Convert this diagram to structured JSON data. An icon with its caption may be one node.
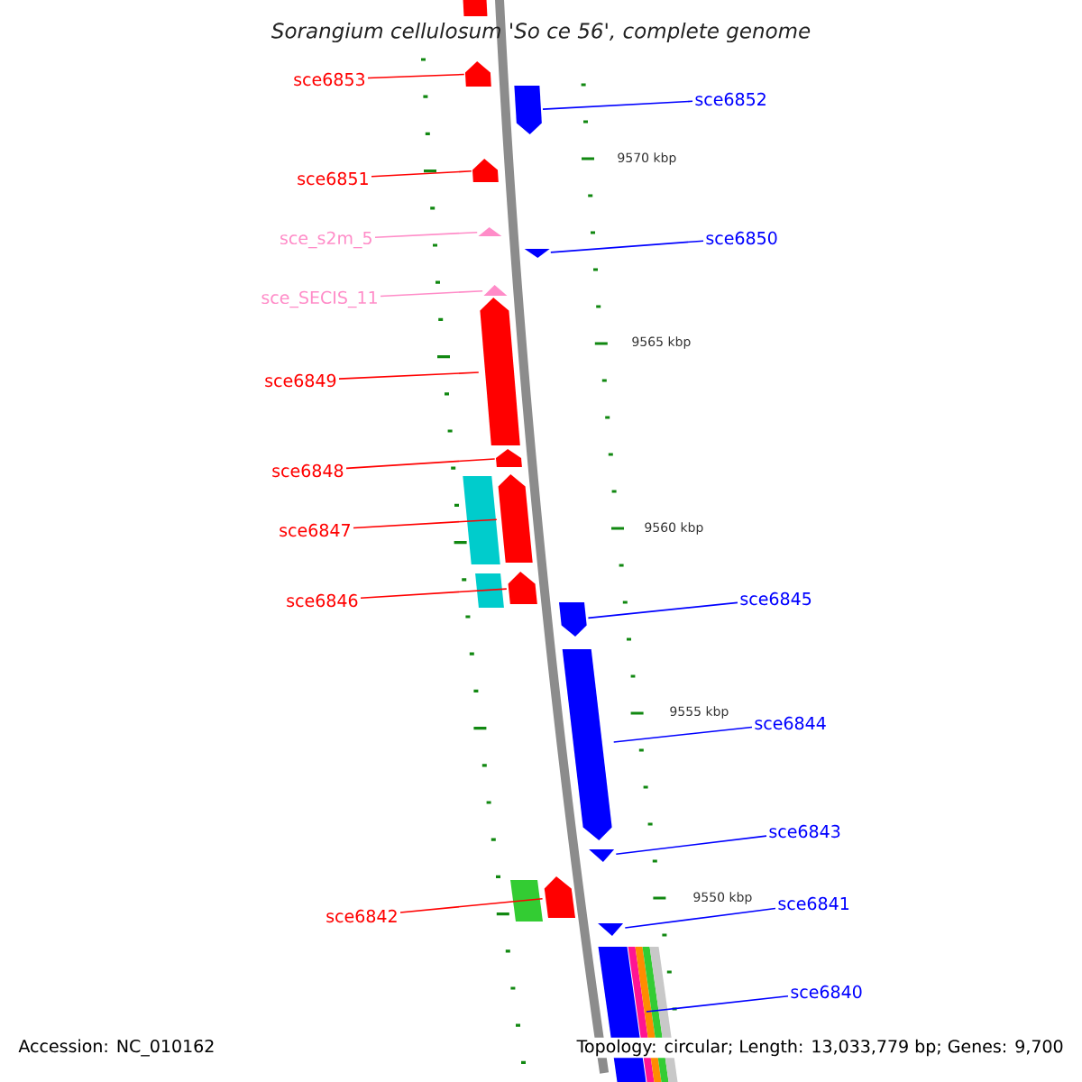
{
  "diagram": {
    "title": "Sorangium cellulosum 'So ce 56', complete genome",
    "nodes": [
      {
        "text": [
          "sce6853"
        ]
      },
      {
        "text": [
          "sce6852"
        ]
      },
      {
        "text": [
          "sce6851"
        ]
      },
      {
        "text": [
          "sce6850"
        ]
      },
      {
        "text": [
          "sce_s2m_5"
        ]
      },
      {
        "text": [
          "sce_SECIS_11"
        ]
      },
      {
        "text": [
          "sce6849"
        ]
      },
      {
        "text": [
          "sce6848"
        ]
      },
      {
        "text": [
          "sce6847"
        ]
      },
      {
        "text": [
          "sce6845"
        ]
      },
      {
        "text": [
          "sce6846"
        ]
      },
      {
        "text": [
          "sce6844"
        ]
      },
      {
        "text": [
          "sce6843"
        ]
      },
      {
        "text": [
          "sce6841"
        ]
      },
      {
        "text": [
          "sce6842"
        ]
      },
      {
        "text": [
          "sce6840"
        ]
      },
      {
        "text": [],
        "shape": "bar"
      },
      {
        "text": [],
        "shape": "arrow"
      },
      {
        "text": [],
        "shape": "arrow"
      },
      {
        "text": [],
        "shape": "arrow"
      },
      {
        "text": [],
        "shape": "triangle"
      },
      {
        "text": [],
        "shape": "triangle"
      },
      {
        "text": [],
        "shape": "triangle"
      },
      {
        "text": [],
        "shape": "arrow"
      },
      {
        "text": [],
        "shape": "arrow"
      },
      {
        "text": [],
        "shape": "box"
      },
      {
        "text": [],
        "shape": "arrow"
      },
      {
        "text": [],
        "shape": "box"
      },
      {
        "text": [],
        "shape": "arrow"
      },
      {
        "text": [],
        "shape": "arrow"
      },
      {
        "text": [],
        "shape": "arrow"
      },
      {
        "text": [],
        "shape": "triangle"
      },
      {
        "text": [],
        "shape": "box"
      },
      {
        "text": [],
        "shape": "arrow"
      },
      {
        "text": [],
        "shape": "triangle"
      },
      {
        "text": [],
        "shape": "bar"
      },
      {
        "text": [],
        "shape": "bar"
      },
      {
        "text": [],
        "shape": "bar"
      },
      {
        "text": [],
        "shape": "bar"
      },
      {
        "text": [],
        "shape": "bar"
      }
    ],
    "edges": [
      {
        "from": 0,
        "to": 17,
        "arrow": "none"
      },
      {
        "from": 1,
        "to": 18,
        "arrow": "none",
        "color": "#0000ff"
      },
      {
        "from": 2,
        "to": 19,
        "arrow": "none"
      },
      {
        "from": 3,
        "to": 21,
        "arrow": "none",
        "color": "#0000ff"
      },
      {
        "from": 4,
        "to": 20,
        "arrow": "none",
        "color": "#ff8cc8"
      },
      {
        "from": 5,
        "to": 22,
        "arrow": "none",
        "color": "#ff8cc8"
      },
      {
        "from": 6,
        "to": 23,
        "arrow": "none"
      },
      {
        "from": 7,
        "to": 24,
        "arrow": "none"
      },
      {
        "from": 8,
        "to": 26,
        "arrow": "none"
      },
      {
        "from": 9,
        "to": 29,
        "arrow": "none",
        "color": "#0000ff"
      },
      {
        "from": 10,
        "to": 28,
        "arrow": "none"
      },
      {
        "from": 11,
        "to": 30,
        "arrow": "none",
        "color": "#0000ff"
      },
      {
        "from": 12,
        "to": 31,
        "arrow": "none",
        "color": "#0000ff"
      },
      {
        "from": 13,
        "to": 34,
        "arrow": "none",
        "color": "#0000ff"
      },
      {
        "from": 14,
        "to": 33,
        "arrow": "none"
      },
      {
        "from": 15,
        "to": 35,
        "arrow": "none",
        "color": "#0000ff"
      }
    ],
    "labels": [
      "9570 kbp",
      "9565 kbp",
      "9560 kbp",
      "9555 kbp",
      "9550 kbp",
      "Accession: NC_010162",
      "Topology: circular; Length: 13,033,779 bp; Genes: 9,700"
    ]
  }
}
